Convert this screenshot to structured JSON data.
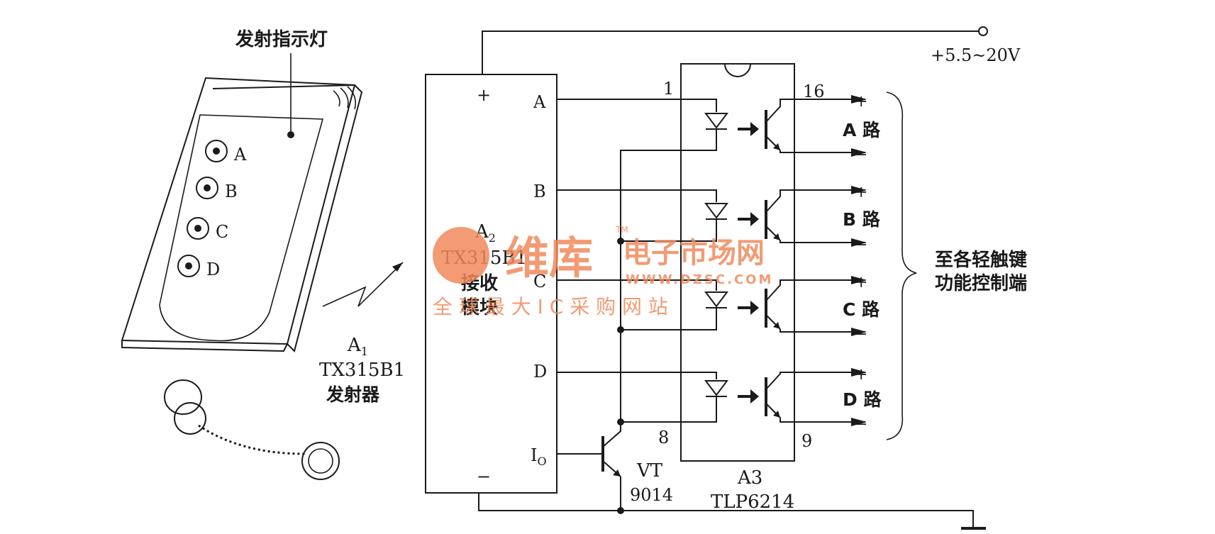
{
  "transmitter": {
    "indicator_label": "发射指示灯",
    "buttons": [
      "A",
      "B",
      "C",
      "D"
    ],
    "designator_letter": "A",
    "designator_sub": "1",
    "model": "TX315B1",
    "name": "发射器"
  },
  "receiver": {
    "designator_letter": "A",
    "designator_sub": "2",
    "model": "TX315B1",
    "name_line1": "接收",
    "name_line2": "模块",
    "plus": "+",
    "minus": "−",
    "pins": [
      "A",
      "B",
      "C",
      "D"
    ],
    "io_letter": "I",
    "io_sub": "O"
  },
  "transistor": {
    "name": "VT",
    "model": "9014"
  },
  "optocoupler": {
    "designator": "A3",
    "model": "TLP6214",
    "pin_1": "1",
    "pin_16": "16",
    "pin_8": "8",
    "pin_9": "9"
  },
  "supply": {
    "label": "+5.5~20V"
  },
  "outputs": {
    "plus": "+",
    "minus": "−",
    "channels": [
      "A 路",
      "B 路",
      "C 路",
      "D 路"
    ],
    "note_line1": "至各轻触键",
    "note_line2": "功能控制端"
  },
  "watermark": {
    "brand": "维库",
    "tm": "TM",
    "site_name": "电子市场网",
    "url": "WWW.DZSC.COM",
    "slogan": "全 球 最 大 I C 采 购 网 站"
  },
  "colors": {
    "ink": "#1a1a1a",
    "watermark": "#f08a5c"
  }
}
